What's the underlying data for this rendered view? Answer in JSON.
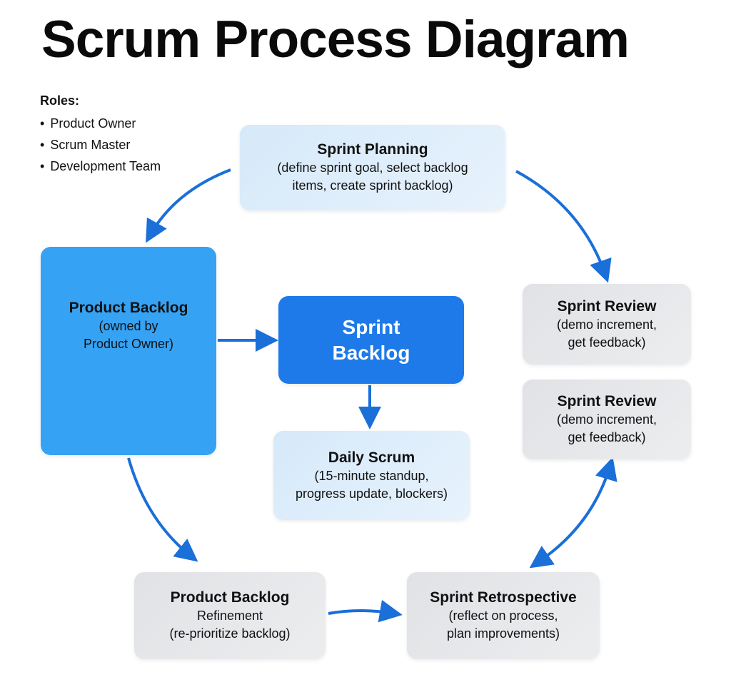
{
  "title": "Scrum Process Diagram",
  "roles": {
    "heading": "Roles:",
    "items": [
      "Product Owner",
      "Scrum Master",
      "Development Team"
    ]
  },
  "colors": {
    "arrow": "#1a6fd8",
    "product_backlog": "#36a2f3",
    "sprint_backlog": "#1d7ae8",
    "light_box": "#dcecfb",
    "gray_box": "#e4e6e9"
  },
  "nodes": {
    "sprint_planning": {
      "title": "Sprint Planning",
      "lines": [
        "(define sprint goal, select backlog",
        "items, create sprint backlog)"
      ]
    },
    "product_backlog": {
      "title": "Product Backlog",
      "lines": [
        "(owned by",
        "Product Owner)"
      ]
    },
    "sprint_backlog": {
      "title_lines": [
        "Sprint",
        "Backlog"
      ]
    },
    "daily_scrum": {
      "title": "Daily Scrum",
      "lines": [
        "(15-minute standup,",
        "progress update, blockers)"
      ]
    },
    "sprint_review_1": {
      "title": "Sprint Review",
      "lines": [
        "(demo increment,",
        "get feedback)"
      ]
    },
    "sprint_review_2": {
      "title": "Sprint Review",
      "lines": [
        "(demo increment,",
        "get feedback)"
      ]
    },
    "backlog_refinement": {
      "title": "Product Backlog",
      "lines": [
        "Refinement",
        "(re-prioritize backlog)"
      ]
    },
    "sprint_retrospective": {
      "title": "Sprint Retrospective",
      "lines": [
        "(reflect on process,",
        "plan improvements)"
      ]
    }
  },
  "edges": [
    {
      "from": "sprint_planning",
      "to": "product_backlog"
    },
    {
      "from": "sprint_planning",
      "to": "sprint_review_1"
    },
    {
      "from": "product_backlog",
      "to": "sprint_backlog"
    },
    {
      "from": "sprint_backlog",
      "to": "daily_scrum"
    },
    {
      "from": "product_backlog",
      "to": "backlog_refinement"
    },
    {
      "from": "backlog_refinement",
      "to": "sprint_retrospective"
    },
    {
      "from": "sprint_retrospective",
      "to": "sprint_review_2",
      "bidirectional": true
    }
  ]
}
